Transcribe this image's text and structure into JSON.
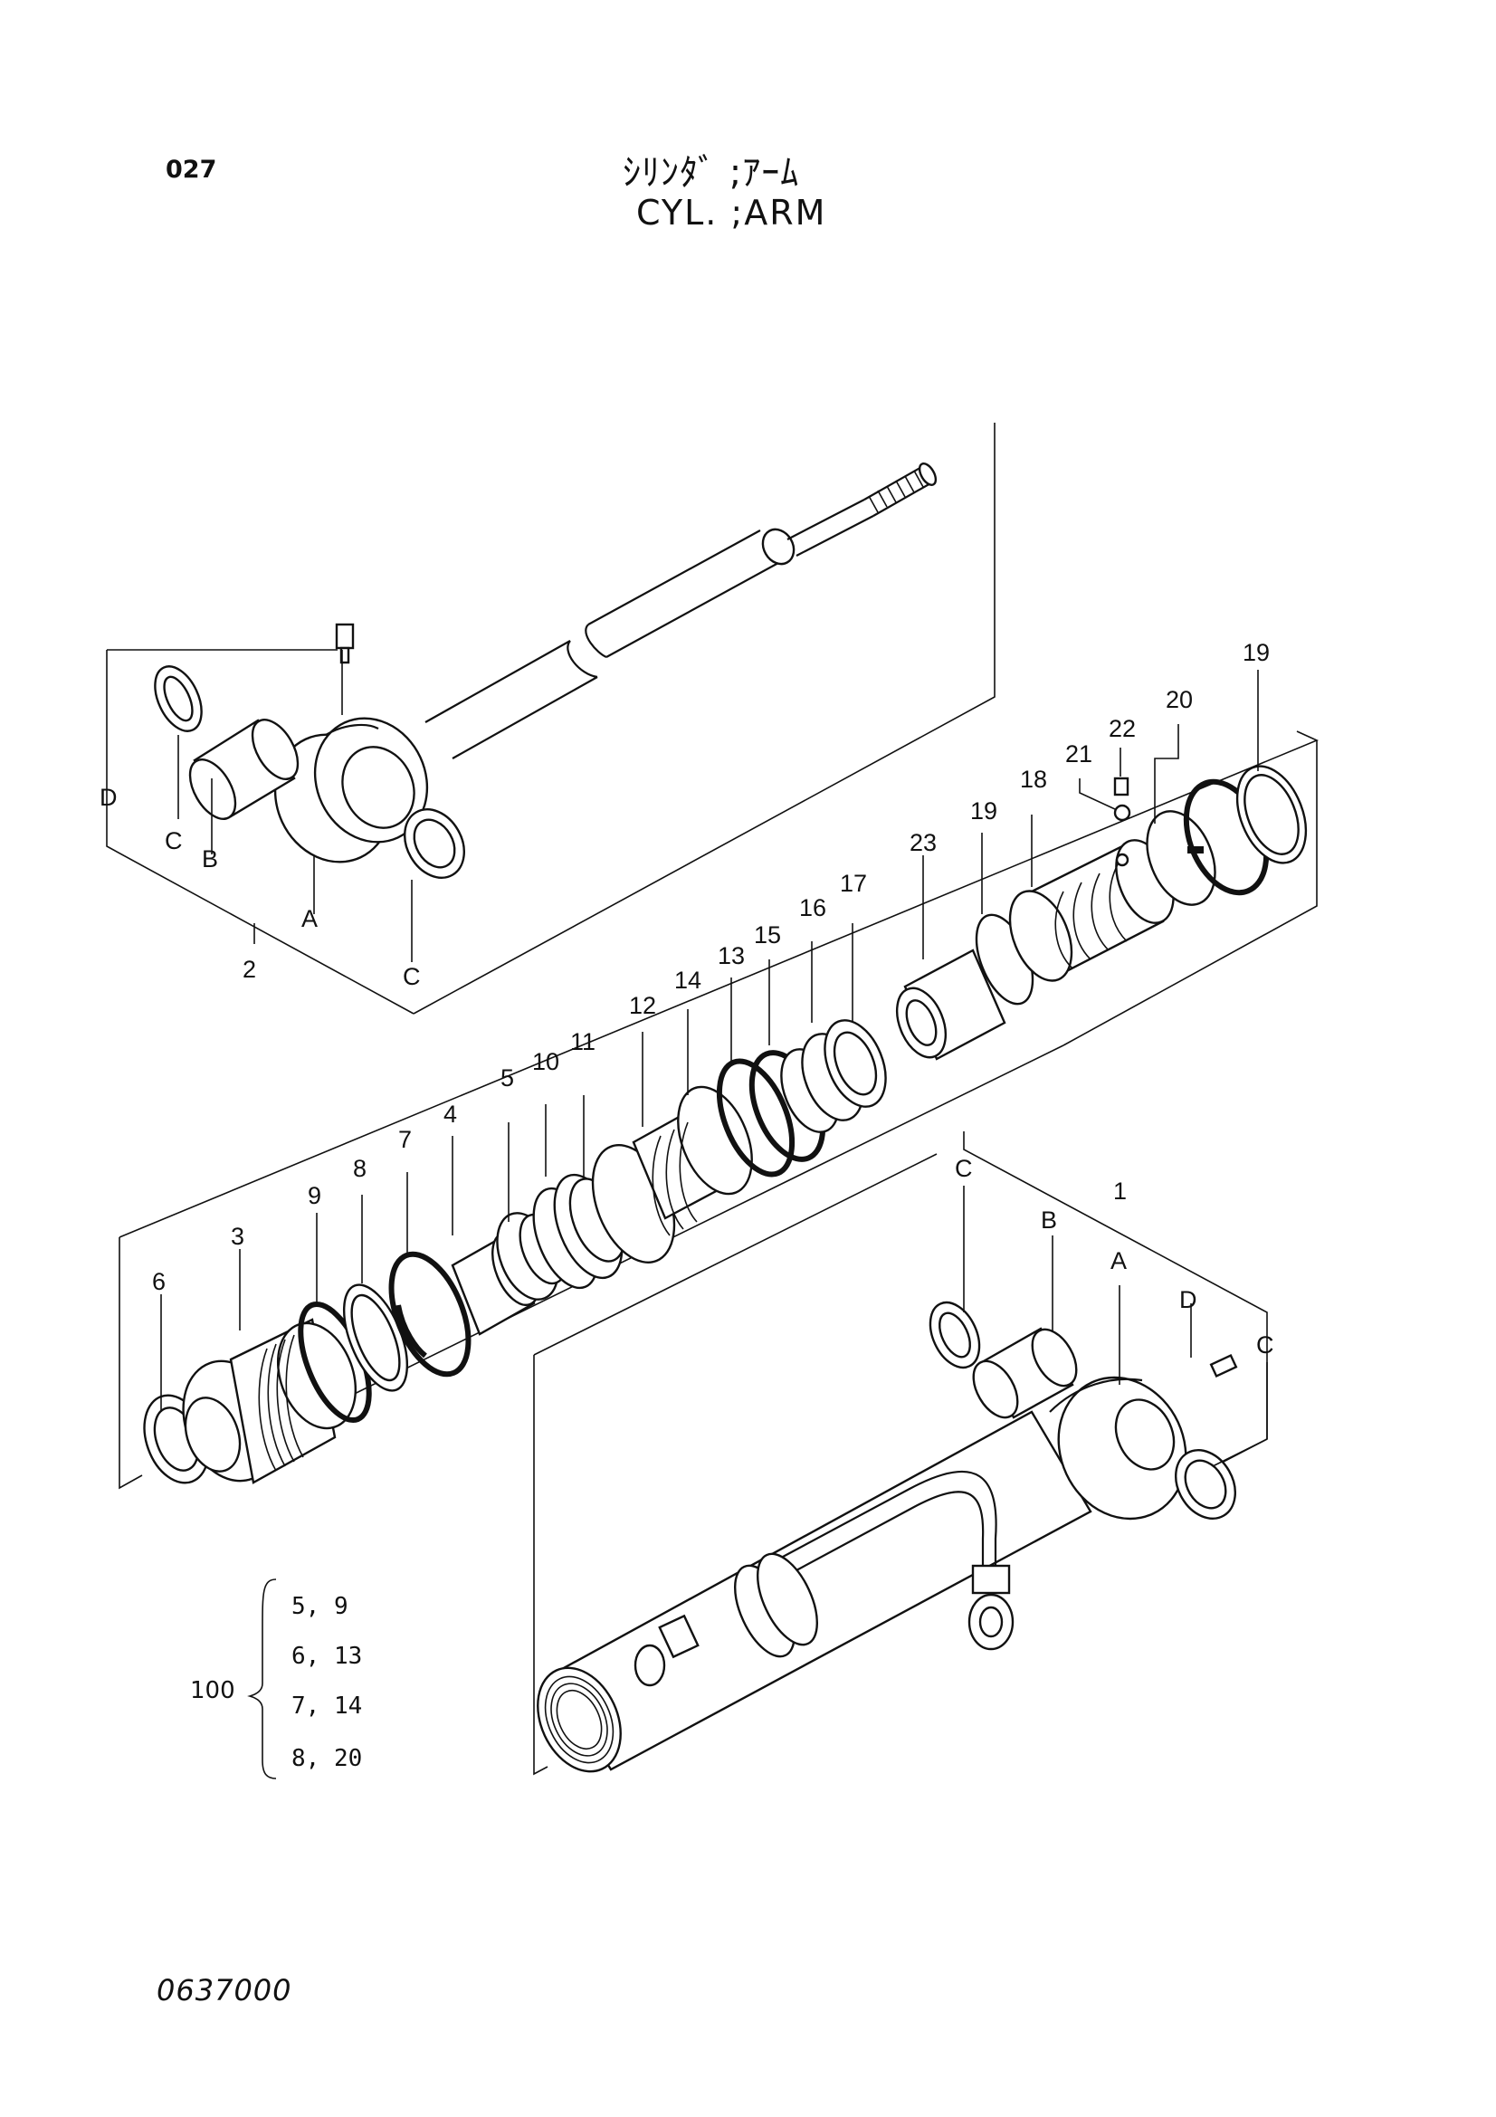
{
  "header": {
    "page_number": "027",
    "title_jp": "ｼﾘﾝﾀﾞ ;ｱｰﾑ",
    "title_en": "CYL. ;ARM"
  },
  "footer": {
    "doc_code": "0637000"
  },
  "kit": {
    "number": "100",
    "rows": [
      "5,   9",
      "6, 13",
      "7, 14",
      "8, 20"
    ]
  },
  "callouts": {
    "p1": "1",
    "p2": "2",
    "p3": "3",
    "p4": "4",
    "p5": "5",
    "p6": "6",
    "p7": "7",
    "p8": "8",
    "p9": "9",
    "p10": "10",
    "p11": "11",
    "p12": "12",
    "p13": "13",
    "p14": "14",
    "p15": "15",
    "p16": "16",
    "p17": "17",
    "p18": "18",
    "p19a": "19",
    "p19b": "19",
    "p20": "20",
    "p21": "21",
    "p22": "22",
    "p23": "23",
    "a1": "A",
    "a2": "A",
    "b1": "B",
    "b2": "B",
    "c1": "C",
    "c2": "C",
    "c3": "C",
    "c4": "C",
    "d1": "D",
    "d2": "D"
  }
}
